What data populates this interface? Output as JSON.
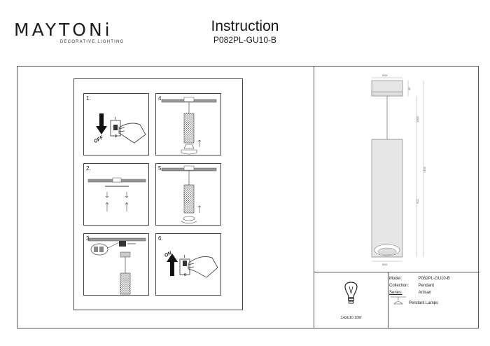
{
  "brand": {
    "name": "MAYTONi",
    "tagline": "DECORATIVE LIGHTING"
  },
  "header": {
    "title": "Instruction",
    "model": "P082PL-GU10-B"
  },
  "steps": [
    {
      "number": "1.",
      "switch_label": "OFF",
      "switch_i": "I",
      "switch_o": "0"
    },
    {
      "number": "2."
    },
    {
      "number": "3."
    },
    {
      "number": "4."
    },
    {
      "number": "5."
    },
    {
      "number": "6.",
      "switch_label": "ON",
      "switch_i": "I",
      "switch_o": "0"
    }
  ],
  "drawing": {
    "top_diameter": "Ø54",
    "bottom_diameter": "Ø54",
    "canopy_height": "46",
    "cable_length": "1000",
    "total_height": "1336",
    "body_height": "300"
  },
  "lamp": {
    "spec": "1xGU10 10W"
  },
  "info": {
    "model_label": "Model:",
    "model_value": "P082PL-GU10-B",
    "collection_label": "Collection:",
    "collection_value": "Pendant",
    "series_label": "Series:",
    "series_value": "Artisan",
    "type_value": "Pendant Lamps"
  }
}
